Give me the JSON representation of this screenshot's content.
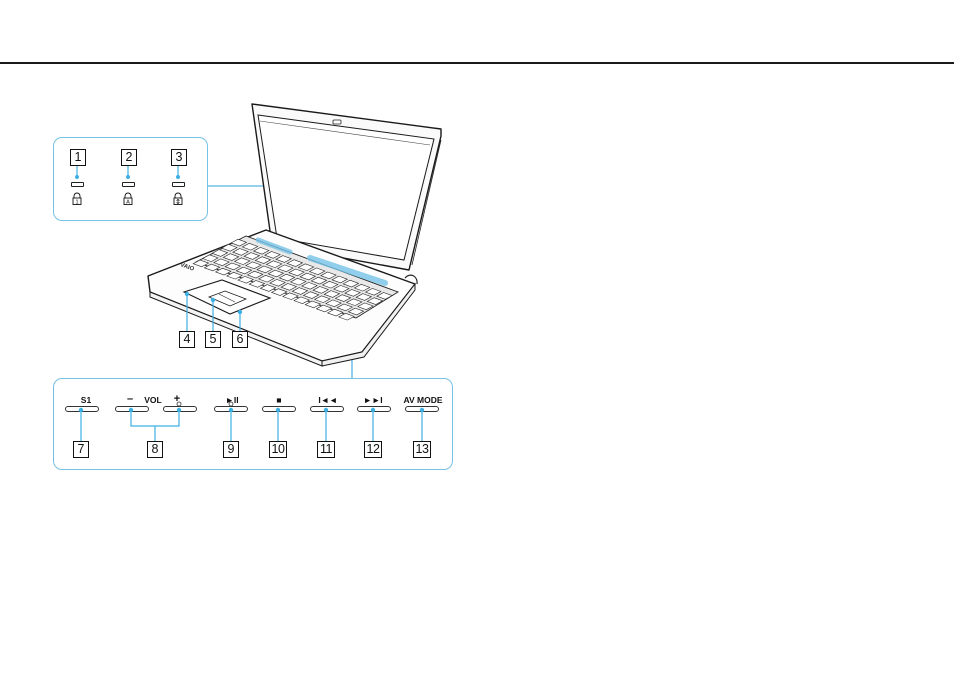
{
  "callouts": {
    "indicators": [
      "1",
      "2",
      "3"
    ],
    "pad": [
      "4",
      "5",
      "6"
    ],
    "buttons": [
      "7",
      "8",
      "9",
      "10",
      "11",
      "12",
      "13"
    ]
  },
  "button_strip": {
    "s1": "S1",
    "vol_minus": "–",
    "vol": "VOL",
    "vol_plus": "+",
    "play_pause": "►II",
    "stop": "■",
    "prev": "I◄◄",
    "next": "►►I",
    "av_mode": "AV MODE"
  },
  "indicator_icons": [
    "num-lock-icon",
    "caps-lock-icon",
    "scroll-lock-icon"
  ],
  "colors": {
    "callout": "#74c2e6",
    "rule": "#1a1a1a"
  }
}
